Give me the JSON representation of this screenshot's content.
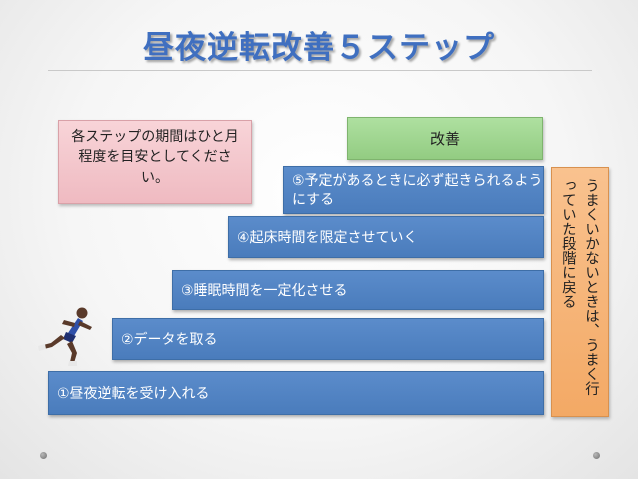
{
  "slide": {
    "title": "昼夜逆転改善５ステップ",
    "steps": [
      "①昼夜逆転を受け入れる",
      "②データを取る",
      "③睡眠時間を一定化させる",
      "④起床時間を限定させていく",
      "⑤予定があるときに必ず起きられるようにする"
    ],
    "goal_label": "改善",
    "period_note": "各ステップの期間はひと月程度を目安としてください。",
    "fallback_note": "うまくいかないときは、うまく行っていた段階に戻る",
    "colors": {
      "title": "#3f6fc0",
      "steps": "#4f81bd",
      "goal": "#9bd28a",
      "period_note": "#f3c6cc",
      "fallback_note": "#f6b57a"
    },
    "icons": [
      "runner-icon",
      "page-dot-left",
      "page-dot-right"
    ]
  }
}
